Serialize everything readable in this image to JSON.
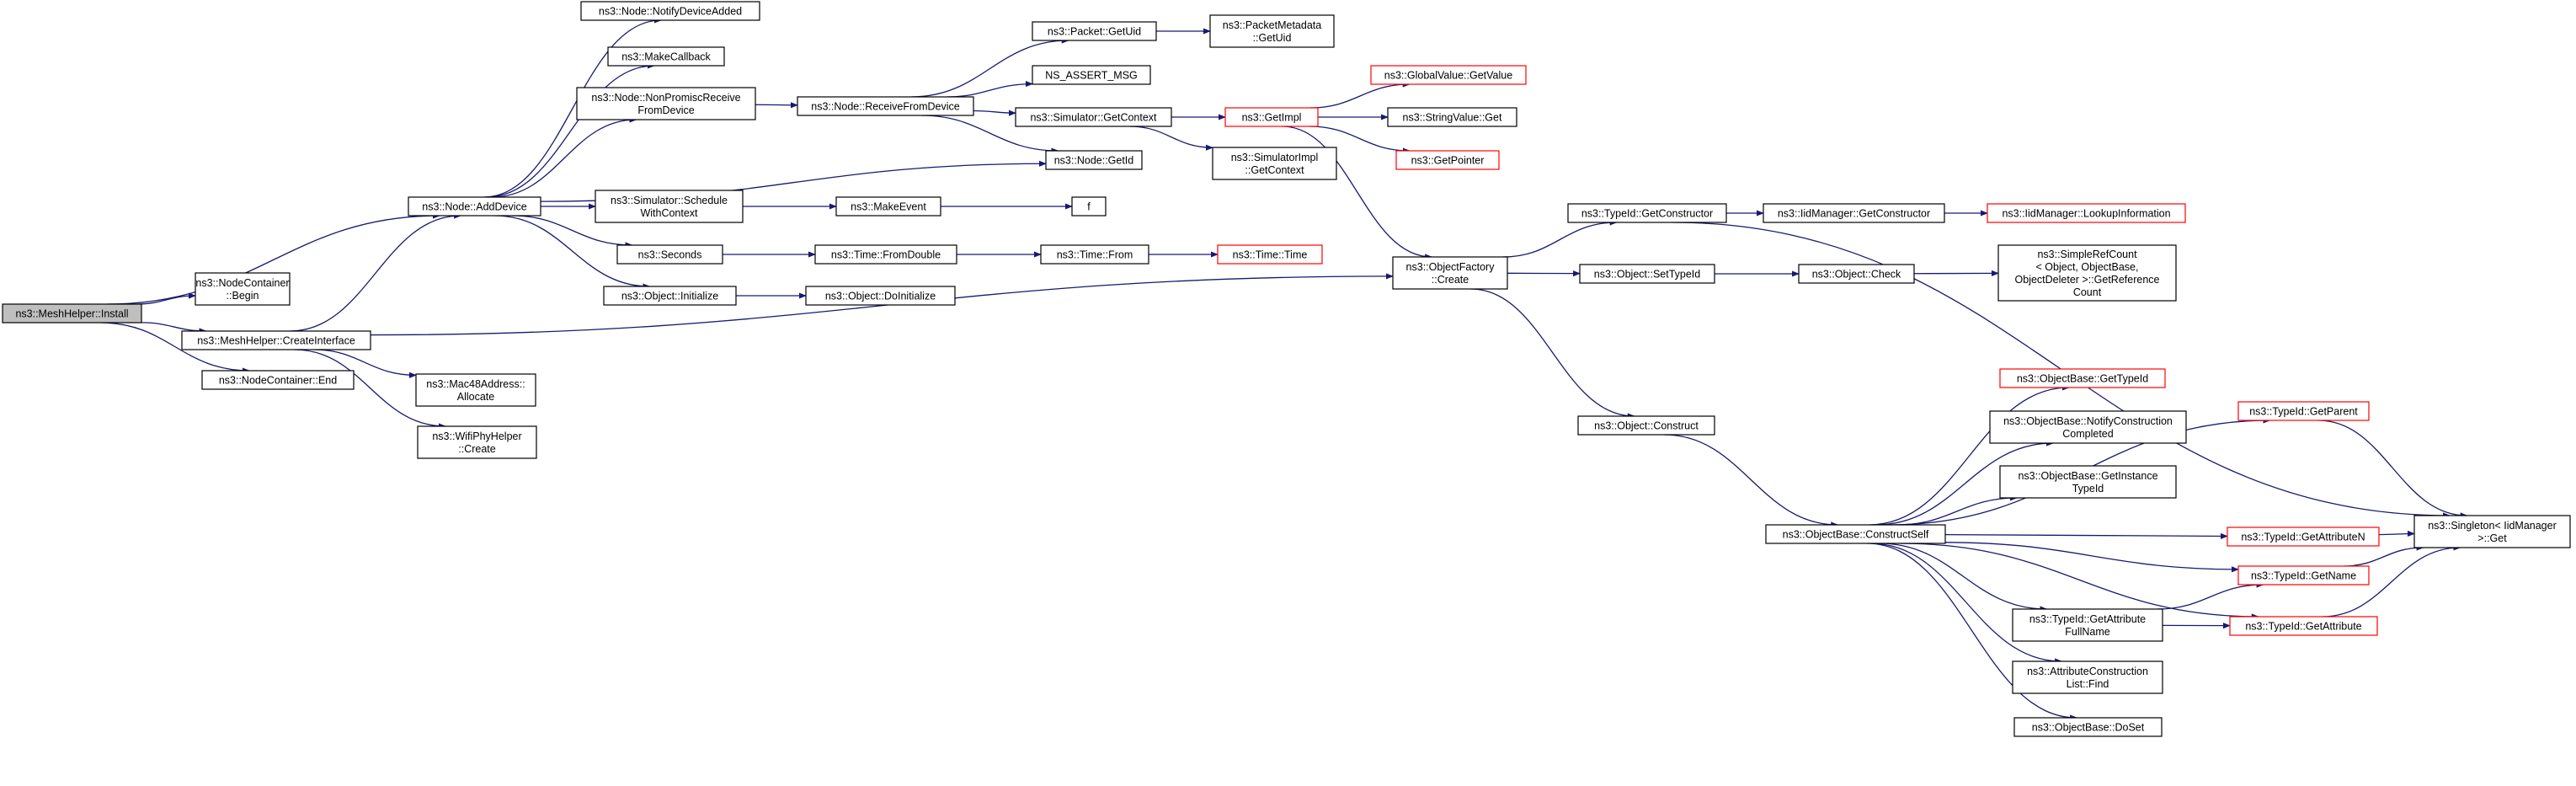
{
  "diagram": {
    "colors": {
      "edge": "#191970",
      "box_border": "#000000",
      "highlight_border": "#ff0000",
      "root_fill": "#bfbfbf"
    },
    "nodes": {
      "install": {
        "lines": [
          "ns3::MeshHelper::Install"
        ]
      },
      "ncbegin": {
        "lines": [
          "ns3::NodeContainer",
          "::Begin"
        ]
      },
      "createiface": {
        "lines": [
          "ns3::MeshHelper::CreateInterface"
        ]
      },
      "ncend": {
        "lines": [
          "ns3::NodeContainer::End"
        ]
      },
      "adddevice": {
        "lines": [
          "ns3::Node::AddDevice"
        ]
      },
      "notifydev": {
        "lines": [
          "ns3::Node::NotifyDeviceAdded"
        ]
      },
      "makecallback": {
        "lines": [
          "ns3::MakeCallback"
        ]
      },
      "nonpromisc": {
        "lines": [
          "ns3::Node::NonPromiscReceive",
          "FromDevice"
        ]
      },
      "schedctx": {
        "lines": [
          "ns3::Simulator::Schedule",
          "WithContext"
        ]
      },
      "seconds": {
        "lines": [
          "ns3::Seconds"
        ]
      },
      "objinit": {
        "lines": [
          "ns3::Object::Initialize"
        ]
      },
      "mac48": {
        "lines": [
          "ns3::Mac48Address::",
          "Allocate"
        ]
      },
      "wifiphy": {
        "lines": [
          "ns3::WifiPhyHelper",
          "::Create"
        ]
      },
      "recvfrom": {
        "lines": [
          "ns3::Node::ReceiveFromDevice"
        ]
      },
      "makeevent": {
        "lines": [
          "ns3::MakeEvent"
        ]
      },
      "fromdouble": {
        "lines": [
          "ns3::Time::FromDouble"
        ]
      },
      "doinit": {
        "lines": [
          "ns3::Object::DoInitialize"
        ]
      },
      "pktuid": {
        "lines": [
          "ns3::Packet::GetUid"
        ]
      },
      "nsassert": {
        "lines": [
          "NS_ASSERT_MSG"
        ]
      },
      "simctx": {
        "lines": [
          "ns3::Simulator::GetContext"
        ]
      },
      "nodeid": {
        "lines": [
          "ns3::Node::GetId"
        ]
      },
      "f": {
        "lines": [
          "f"
        ]
      },
      "timefrom": {
        "lines": [
          "ns3::Time::From"
        ]
      },
      "pmuid": {
        "lines": [
          "ns3::PacketMetadata",
          "::GetUid"
        ]
      },
      "getimpl": {
        "lines": [
          "ns3::GetImpl"
        ]
      },
      "simimplctx": {
        "lines": [
          "ns3::SimulatorImpl",
          "::GetContext"
        ]
      },
      "timetime": {
        "lines": [
          "ns3::Time::Time"
        ]
      },
      "gvget": {
        "lines": [
          "ns3::GlobalValue::GetValue"
        ]
      },
      "strget": {
        "lines": [
          "ns3::StringValue::Get"
        ]
      },
      "getptr": {
        "lines": [
          "ns3::GetPointer"
        ]
      },
      "objfactory": {
        "lines": [
          "ns3::ObjectFactory",
          "::Create"
        ]
      },
      "tidctor": {
        "lines": [
          "ns3::TypeId::GetConstructor"
        ]
      },
      "settid": {
        "lines": [
          "ns3::Object::SetTypeId"
        ]
      },
      "objconstruct": {
        "lines": [
          "ns3::Object::Construct"
        ]
      },
      "iidctor": {
        "lines": [
          "ns3::IidManager::GetConstructor"
        ]
      },
      "objcheck": {
        "lines": [
          "ns3::Object::Check"
        ]
      },
      "lookup": {
        "lines": [
          "ns3::IidManager::LookupInformation"
        ]
      },
      "srcount": {
        "lines": [
          "ns3::SimpleRefCount",
          "< Object, ObjectBase,",
          "ObjectDeleter >::GetReference",
          "Count"
        ]
      },
      "constructself": {
        "lines": [
          "ns3::ObjectBase::ConstructSelf"
        ]
      },
      "obgettid": {
        "lines": [
          "ns3::ObjectBase::GetTypeId"
        ]
      },
      "notifyconst": {
        "lines": [
          "ns3::ObjectBase::NotifyConstruction",
          "Completed"
        ]
      },
      "getinst": {
        "lines": [
          "ns3::ObjectBase::GetInstance",
          "TypeId"
        ]
      },
      "attrfullname": {
        "lines": [
          "ns3::TypeId::GetAttribute",
          "FullName"
        ]
      },
      "attrfind": {
        "lines": [
          "ns3::AttributeConstruction",
          "List::Find"
        ]
      },
      "doset": {
        "lines": [
          "ns3::ObjectBase::DoSet"
        ]
      },
      "getparent": {
        "lines": [
          "ns3::TypeId::GetParent"
        ]
      },
      "getattrn": {
        "lines": [
          "ns3::TypeId::GetAttributeN"
        ]
      },
      "getname": {
        "lines": [
          "ns3::TypeId::GetName"
        ]
      },
      "getattr": {
        "lines": [
          "ns3::TypeId::GetAttribute"
        ]
      },
      "singleton": {
        "lines": [
          "ns3::Singleton< IidManager",
          ">::Get"
        ]
      }
    }
  }
}
